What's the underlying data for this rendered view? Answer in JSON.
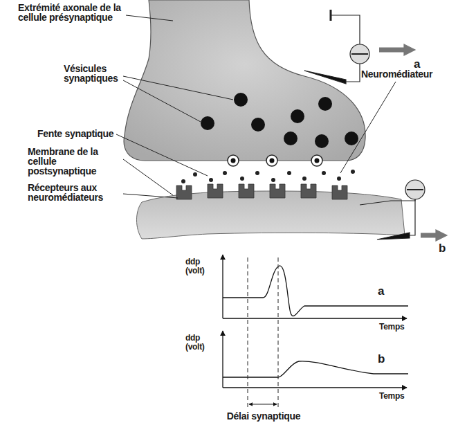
{
  "diagram": {
    "labels": [
      "Extrémité axonale de la cellule présynaptique",
      "Vésicules synaptiques",
      "Neuromédiateur",
      "Fente synaptique",
      "Membrane de la cellule postsynaptique",
      "Récepteurs aux neuromédiateurs",
      "a",
      "b",
      "ddp (volt)",
      "a",
      "Temps",
      "ddp (volt)",
      "b",
      "Temps",
      "Délai synaptique"
    ]
  }
}
